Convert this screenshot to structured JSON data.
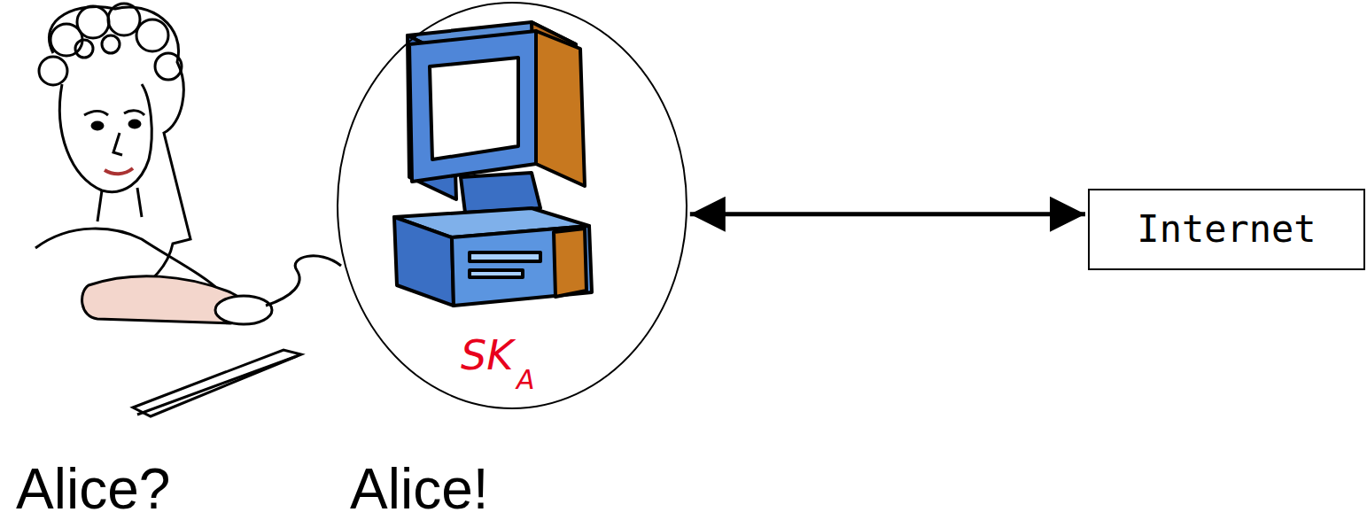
{
  "diagram": {
    "nodes": [
      {
        "text": [
          "SK",
          "A"
        ]
      },
      {
        "text": [
          "Internet"
        ]
      }
    ],
    "edges": [
      {
        "from": 0,
        "to": 1,
        "arrow": "both"
      }
    ],
    "labels": [
      "Alice?",
      "Alice!"
    ]
  }
}
